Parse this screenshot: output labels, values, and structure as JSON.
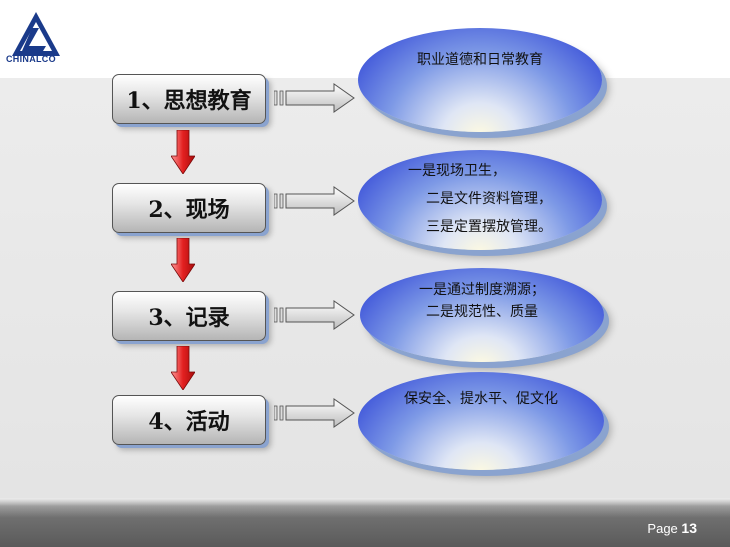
{
  "logo": {
    "text": "CHINALCO",
    "color": "#1a3a8a"
  },
  "steps": [
    {
      "label": "1、思想教育",
      "content": [
        "职业道德和日常教育"
      ]
    },
    {
      "label": "2、现场",
      "content": [
        "一是现场卫生，",
        "二是文件资料管理，",
        "三是定置摆放管理。"
      ]
    },
    {
      "label": "3、记录",
      "content": [
        "一是通过制度溯源；",
        "二是规范性、质量"
      ]
    },
    {
      "label": "4、活动",
      "content": [
        "保安全、提水平、促文化"
      ]
    }
  ],
  "footer": {
    "page_label": "Page",
    "page_number": "13"
  },
  "colors": {
    "arrow_red": "#e32020",
    "ellipse_blue": "#2438d4",
    "shadow": "#8aa3cf"
  },
  "icons": {
    "down": "red-down-arrow-icon",
    "right": "striped-right-arrow-icon"
  }
}
